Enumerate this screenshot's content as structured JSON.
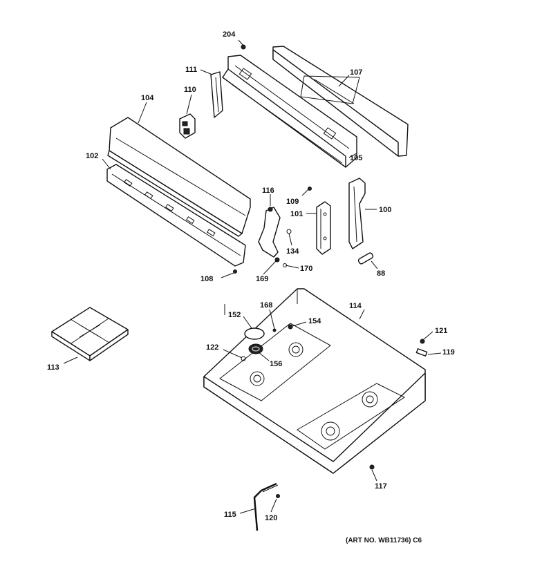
{
  "diagram": {
    "art_number": "(ART NO. WB11736) C6",
    "callouts": {
      "c204": "204",
      "c111": "111",
      "c107": "107",
      "c110": "110",
      "c104": "104",
      "c105": "105",
      "c102": "102",
      "c116": "116",
      "c109": "109",
      "c101": "101",
      "c100": "100",
      "c134": "134",
      "c170": "170",
      "c108": "108",
      "c169": "169",
      "c88": "88",
      "c152": "152",
      "c168": "168",
      "c114": "114",
      "c154": "154",
      "c121": "121",
      "c122": "122",
      "c156": "156",
      "c119": "119",
      "c113": "113",
      "c117": "117",
      "c115": "115",
      "c120": "120"
    }
  }
}
